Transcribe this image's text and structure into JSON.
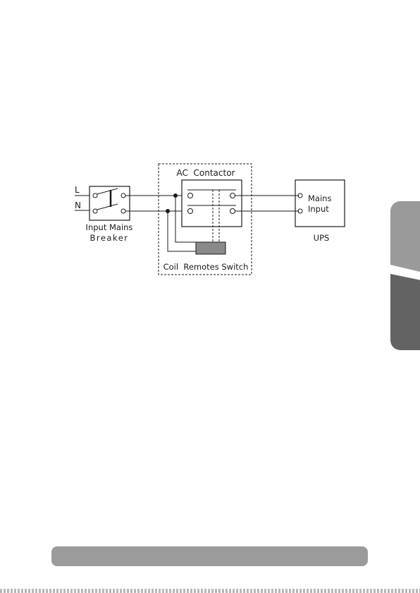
{
  "diagram": {
    "labels": {
      "line": "L",
      "neutral": "N",
      "breaker_line1": "Input Mains",
      "breaker_line2": "Breaker",
      "contactor": "AC  Contactor",
      "coil": "Coil  Remotes Switch",
      "ups_input_line1": "Mains",
      "ups_input_line2": "Input",
      "ups": "UPS"
    }
  },
  "colors": {
    "line": "#1a1a1a",
    "coil_fill": "#8a8a8a",
    "tab_upper": "#9a9a9a",
    "tab_lower": "#636363",
    "footer_bar": "#9b9b9b"
  }
}
